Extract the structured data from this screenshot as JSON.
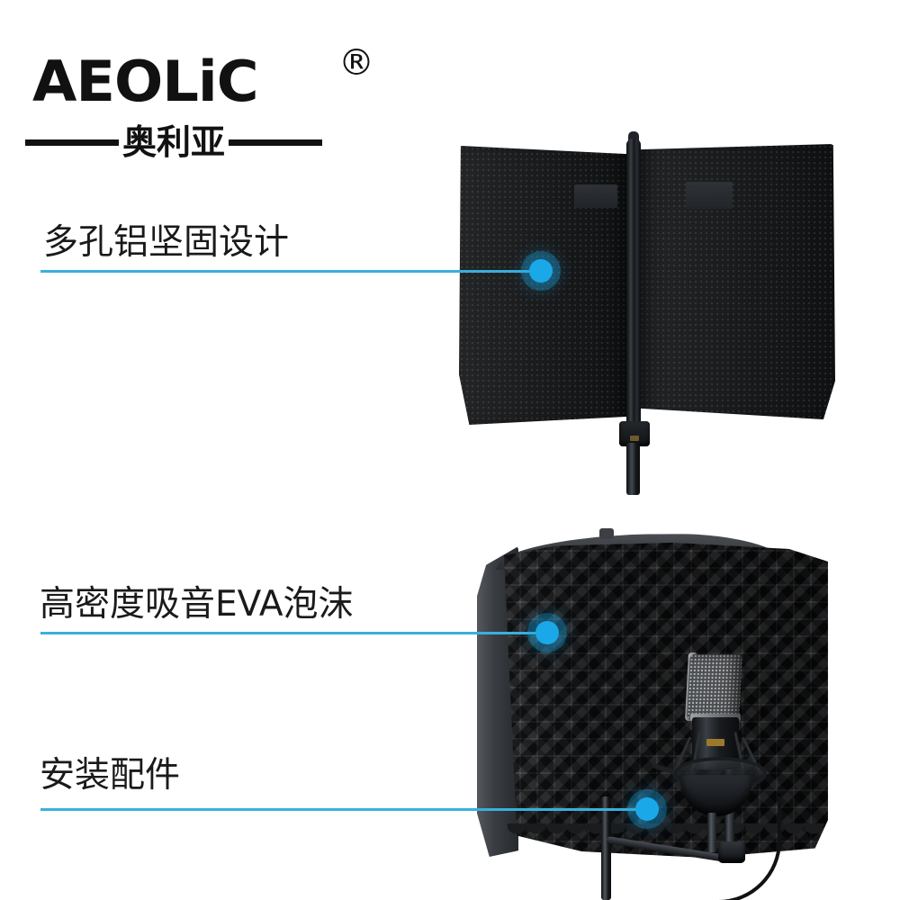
{
  "page": {
    "background_color": "#ffffff",
    "accent_color": "#1BA8E8",
    "line_color": "#3BAFDC",
    "text_color": "#1a1a1a"
  },
  "brand": {
    "wordmark": "AEOLiC",
    "registered_mark": "®",
    "chinese_name": "奥利亚"
  },
  "callouts": [
    {
      "id": "perforated-aluminum",
      "label": "多孔铝坚固设计",
      "target": "perforated aluminum panel"
    },
    {
      "id": "eva-foam",
      "label": "高密度吸音EVA泡沫",
      "target": "high density acoustic eva foam"
    },
    {
      "id": "mounting-hardware",
      "label": "安装配件",
      "target": "mounting hardware and boom collar"
    }
  ],
  "products": {
    "top": {
      "name": "perforated-aluminum-isolation-shield",
      "parts": [
        "left-panel",
        "right-panel",
        "center-rod",
        "mount-clamp",
        "stand-pole"
      ]
    },
    "bottom": {
      "name": "eva-foam-isolation-shield-with-microphone",
      "parts": [
        "foam-face",
        "back-panel",
        "condenser-microphone",
        "shock-mount",
        "boom-arm",
        "stand-pole",
        "xlr-cable"
      ]
    }
  }
}
